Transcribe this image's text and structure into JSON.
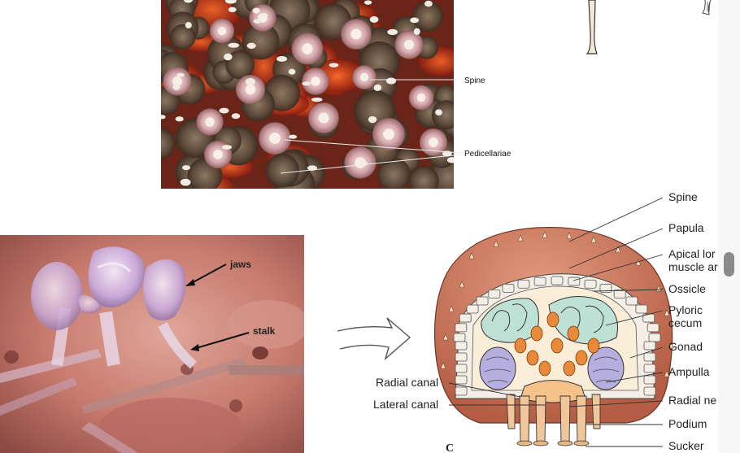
{
  "top_photo": {
    "labels": {
      "spine": "Spine",
      "pedicellariae": "Pedicellariae"
    }
  },
  "left_photo": {
    "labels": {
      "jaws": "jaws",
      "stalk": "stalk"
    }
  },
  "diagram": {
    "panel_letter": "C",
    "labels": {
      "spine": "Spine",
      "papula": "Papula",
      "apical_line1": "Apical lor",
      "apical_line2": "muscle ar",
      "ossicle": "Ossicle",
      "pyloric_line1": "Pyloric",
      "pyloric_line2": "cecum",
      "gonad": "Gonad",
      "ampulla": "Ampulla",
      "radial_nerve": "Radial ne",
      "podium": "Podium",
      "sucker": "Sucker",
      "radial_canal": "Radial canal",
      "lateral_canal": "Lateral canal"
    }
  },
  "colors": {
    "body_wall": "#c9735a",
    "cecum": "#bfe0d4",
    "gonad": "#b7aee0",
    "ampulla": "#e98a3a",
    "ossicle": "#f4efe6",
    "photo_red": "#c23a1c",
    "photo_left_bg": "#c9776e"
  }
}
